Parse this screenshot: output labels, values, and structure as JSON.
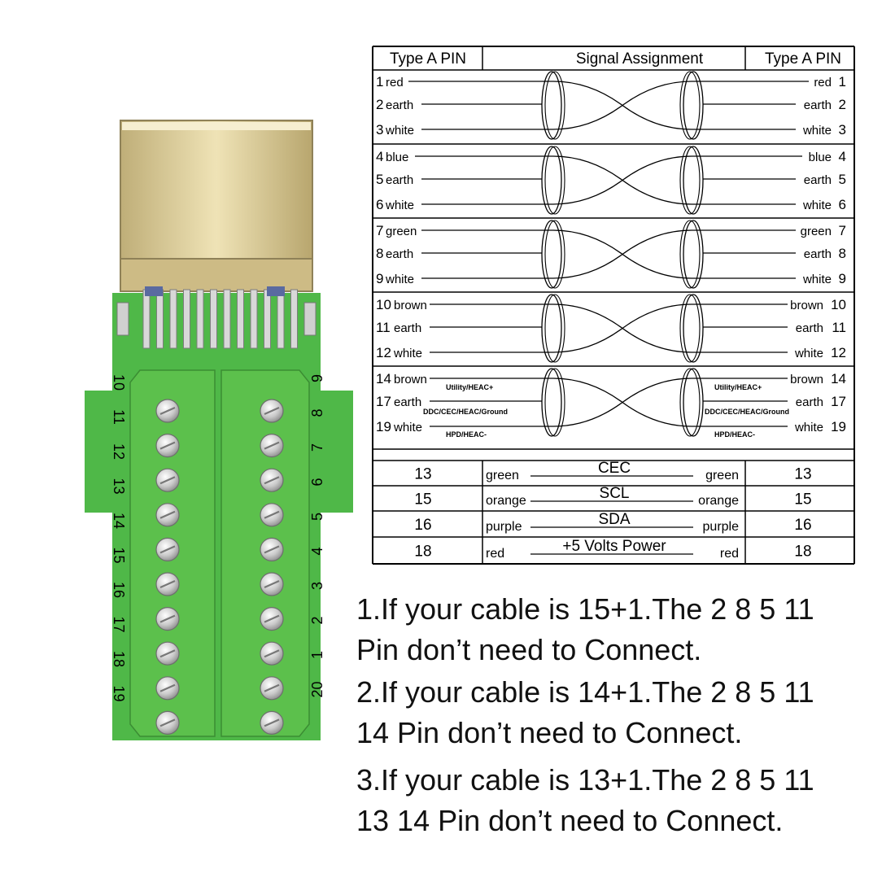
{
  "header": {
    "left": "Type A PIN",
    "center": "Signal Assignment",
    "right": "Type A PIN"
  },
  "pair_groups": [
    {
      "pins": [
        {
          "num": "1",
          "color": "red"
        },
        {
          "num": "2",
          "color": "earth"
        },
        {
          "num": "3",
          "color": "white"
        }
      ]
    },
    {
      "pins": [
        {
          "num": "4",
          "color": "blue"
        },
        {
          "num": "5",
          "color": "earth"
        },
        {
          "num": "6",
          "color": "white"
        }
      ]
    },
    {
      "pins": [
        {
          "num": "7",
          "color": "green"
        },
        {
          "num": "8",
          "color": "earth"
        },
        {
          "num": "9",
          "color": "white"
        }
      ]
    },
    {
      "pins": [
        {
          "num": "10",
          "color": "brown"
        },
        {
          "num": "11",
          "color": "earth"
        },
        {
          "num": "12",
          "color": "white"
        }
      ]
    },
    {
      "pins": [
        {
          "num": "14",
          "color": "brown"
        },
        {
          "num": "17",
          "color": "earth"
        },
        {
          "num": "19",
          "color": "white"
        }
      ],
      "signals": [
        "Utility/HEAC+",
        "DDC/CEC/HEAC/Ground",
        "HPD/HEAC-"
      ]
    }
  ],
  "single_lines": [
    {
      "pin": "13",
      "color": "green",
      "signal": "CEC"
    },
    {
      "pin": "15",
      "color": "orange",
      "signal": "SCL"
    },
    {
      "pin": "16",
      "color": "purple",
      "signal": "SDA"
    },
    {
      "pin": "18",
      "color": "red",
      "signal": "+5 Volts Power"
    }
  ],
  "board": {
    "left_labels": [
      "10",
      "11",
      "12",
      "13",
      "14",
      "15",
      "16",
      "17",
      "18",
      "19"
    ],
    "right_labels": [
      "9",
      "8",
      "7",
      "6",
      "5",
      "4",
      "3",
      "2",
      "1",
      "20"
    ]
  },
  "notes": [
    {
      "line1": "1.If your cable is 15+1.The 2 8 5 11",
      "line2": "Pin don’t need to Connect."
    },
    {
      "line1": "2.If your cable is 14+1.The 2 8 5 11",
      "line2": "14 Pin don’t need to Connect."
    },
    {
      "line1": "3.If your cable is 13+1.The 2 8 5 11",
      "line2": "13 14 Pin don’t need to Connect."
    }
  ],
  "colors": {
    "pcb": "#4fb848",
    "terminal_block": "#5cc04c",
    "connector_metal": "#d9c48a"
  }
}
